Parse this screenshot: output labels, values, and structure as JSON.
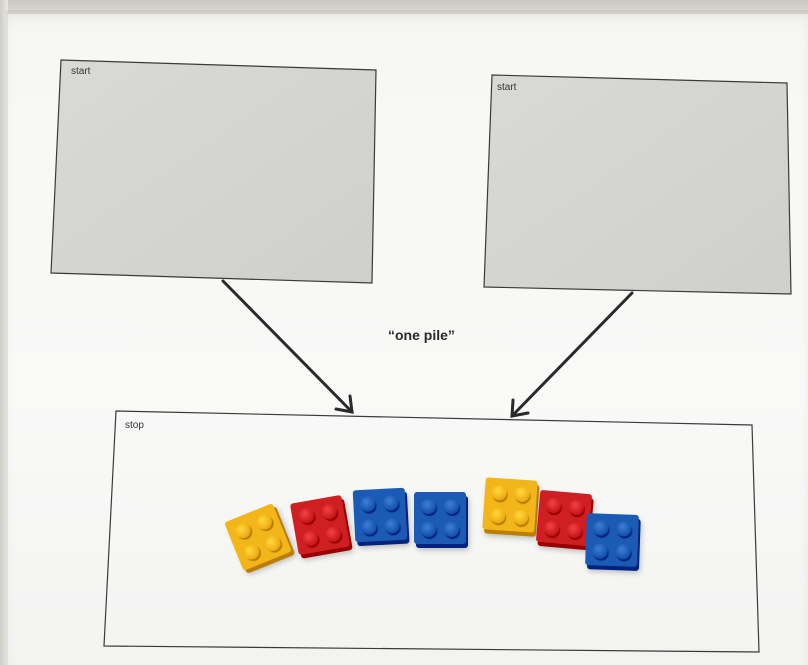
{
  "boxes": {
    "left_label": "start",
    "right_label": "start",
    "bottom_label": "stop"
  },
  "caption": "“one pile”",
  "bricks": [
    {
      "color": "yellow",
      "hex": "#f2b51a"
    },
    {
      "color": "red",
      "hex": "#d01f23"
    },
    {
      "color": "blue",
      "hex": "#1c5bb5"
    },
    {
      "color": "blue",
      "hex": "#1c5bb5"
    },
    {
      "color": "yellow",
      "hex": "#f2b51a"
    },
    {
      "color": "red",
      "hex": "#d01f23"
    },
    {
      "color": "blue",
      "hex": "#1c5bb5"
    }
  ]
}
